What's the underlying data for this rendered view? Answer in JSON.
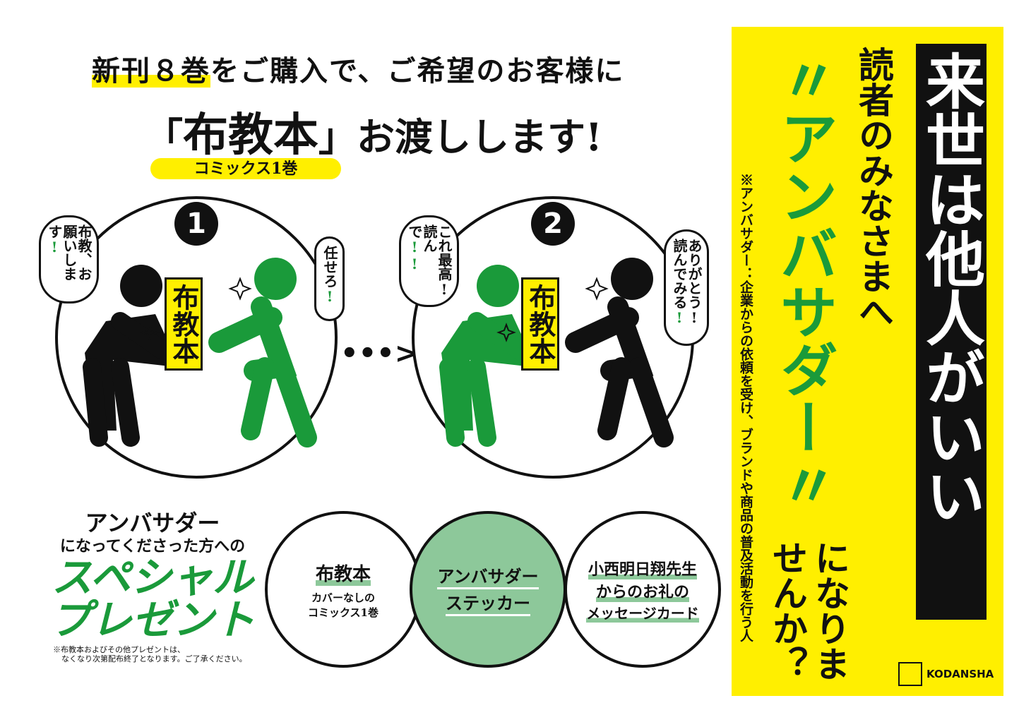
{
  "headline": {
    "line1_highlight": "新刊８巻",
    "line1_rest": "をご購入で、ご希望のお客様に",
    "line2_open": "「",
    "line2_book": "布教本",
    "line2_rest": "」お渡しします!",
    "pill": "コミックス1巻"
  },
  "steps": [
    {
      "number": "1",
      "speech_left": "布教、お願いします",
      "speech_left_ex": "!",
      "speech_right": "任せろ",
      "speech_right_ex": "!",
      "book": "布教本"
    },
    {
      "number": "2",
      "speech_left": "これ最高!読んで",
      "speech_left_ex": "!!",
      "speech_right": "ありがとう!読んでみる",
      "speech_right_ex": "!",
      "book": "布教本"
    }
  ],
  "arrow": "•••>",
  "present": {
    "line1": "アンバサダー",
    "line2": "になってくださった方への",
    "title1": "スペシャル",
    "title2": "プレゼント",
    "note1": "※布教本およびその他プレゼントは、",
    "note2": "なくなり次第配布終了となります。ご了承ください。",
    "items": [
      {
        "title": "布教本",
        "sub1": "カバーなしの",
        "sub2": "コミックス1巻"
      },
      {
        "line1": "アンバサダー",
        "line2": "ステッカー"
      },
      {
        "line1": "小西明日翔先生",
        "line2": "からのお礼の",
        "line3": "メッセージカード"
      }
    ]
  },
  "panel": {
    "series_title": "来世は他人がいい",
    "to_readers": "読者のみなさまへ",
    "ambassador": "〃アンバサダー〃",
    "cta1": "になりま",
    "cta2": "せんか？",
    "note": "※アンバサダー：企業からの依頼を受け、ブランドや商品の普及活動を行う人",
    "publisher": "KODANSHA"
  },
  "colors": {
    "yellow": "#ffef00",
    "green": "#1a9a3a",
    "light_green": "#8dc89a"
  }
}
